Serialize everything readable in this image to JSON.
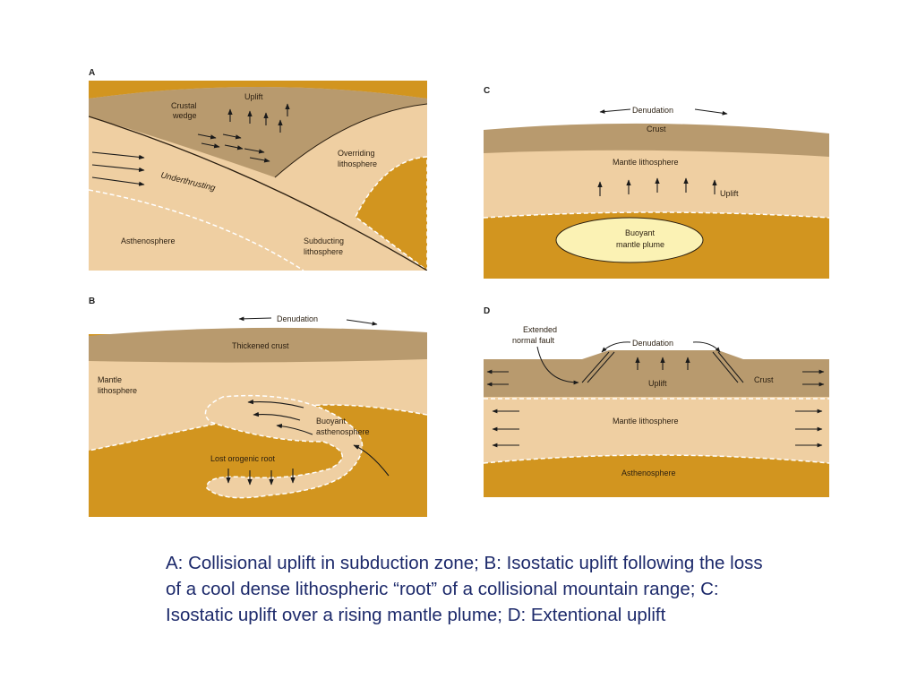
{
  "panels": {
    "a": {
      "letter": "A",
      "crustal_wedge": [
        "Crustal",
        "wedge"
      ],
      "uplift": "Uplift",
      "overriding": [
        "Overriding",
        "lithosphere"
      ],
      "underthrusting": "Underthrusting",
      "asthenosphere": "Asthenosphere",
      "subducting": [
        "Subducting",
        "lithosphere"
      ]
    },
    "b": {
      "letter": "B",
      "denudation": "Denudation",
      "thickened_crust": "Thickened crust",
      "mantle_lithosphere": [
        "Mantle",
        "lithosphere"
      ],
      "buoyant_asthenosphere": [
        "Buoyant",
        "asthenosphere"
      ],
      "lost_root": "Lost orogenic root"
    },
    "c": {
      "letter": "C",
      "denudation": "Denudation",
      "crust": "Crust",
      "mantle_lithosphere": "Mantle lithosphere",
      "uplift": "Uplift",
      "plume": [
        "Buoyant",
        "mantle plume"
      ]
    },
    "d": {
      "letter": "D",
      "extended_fault": [
        "Extended",
        "normal fault"
      ],
      "denudation": "Denudation",
      "uplift": "Uplift",
      "crust": "Crust",
      "mantle_lithosphere": "Mantle lithosphere",
      "asthenosphere": "Asthenosphere"
    }
  },
  "caption": "A: Collisional uplift in subduction zone; B: Isostatic uplift following the loss of a cool dense lithospheric “root” of a collisional mountain range; C: Isostatic uplift over a rising mantle plume; D: Extentional uplift",
  "colors": {
    "crust": "#b89a6e",
    "mantle_lithosphere": "#efcfa2",
    "asthenosphere": "#d2951f",
    "plume": "#fbf2b4",
    "caption_text": "#1d2a6b"
  }
}
